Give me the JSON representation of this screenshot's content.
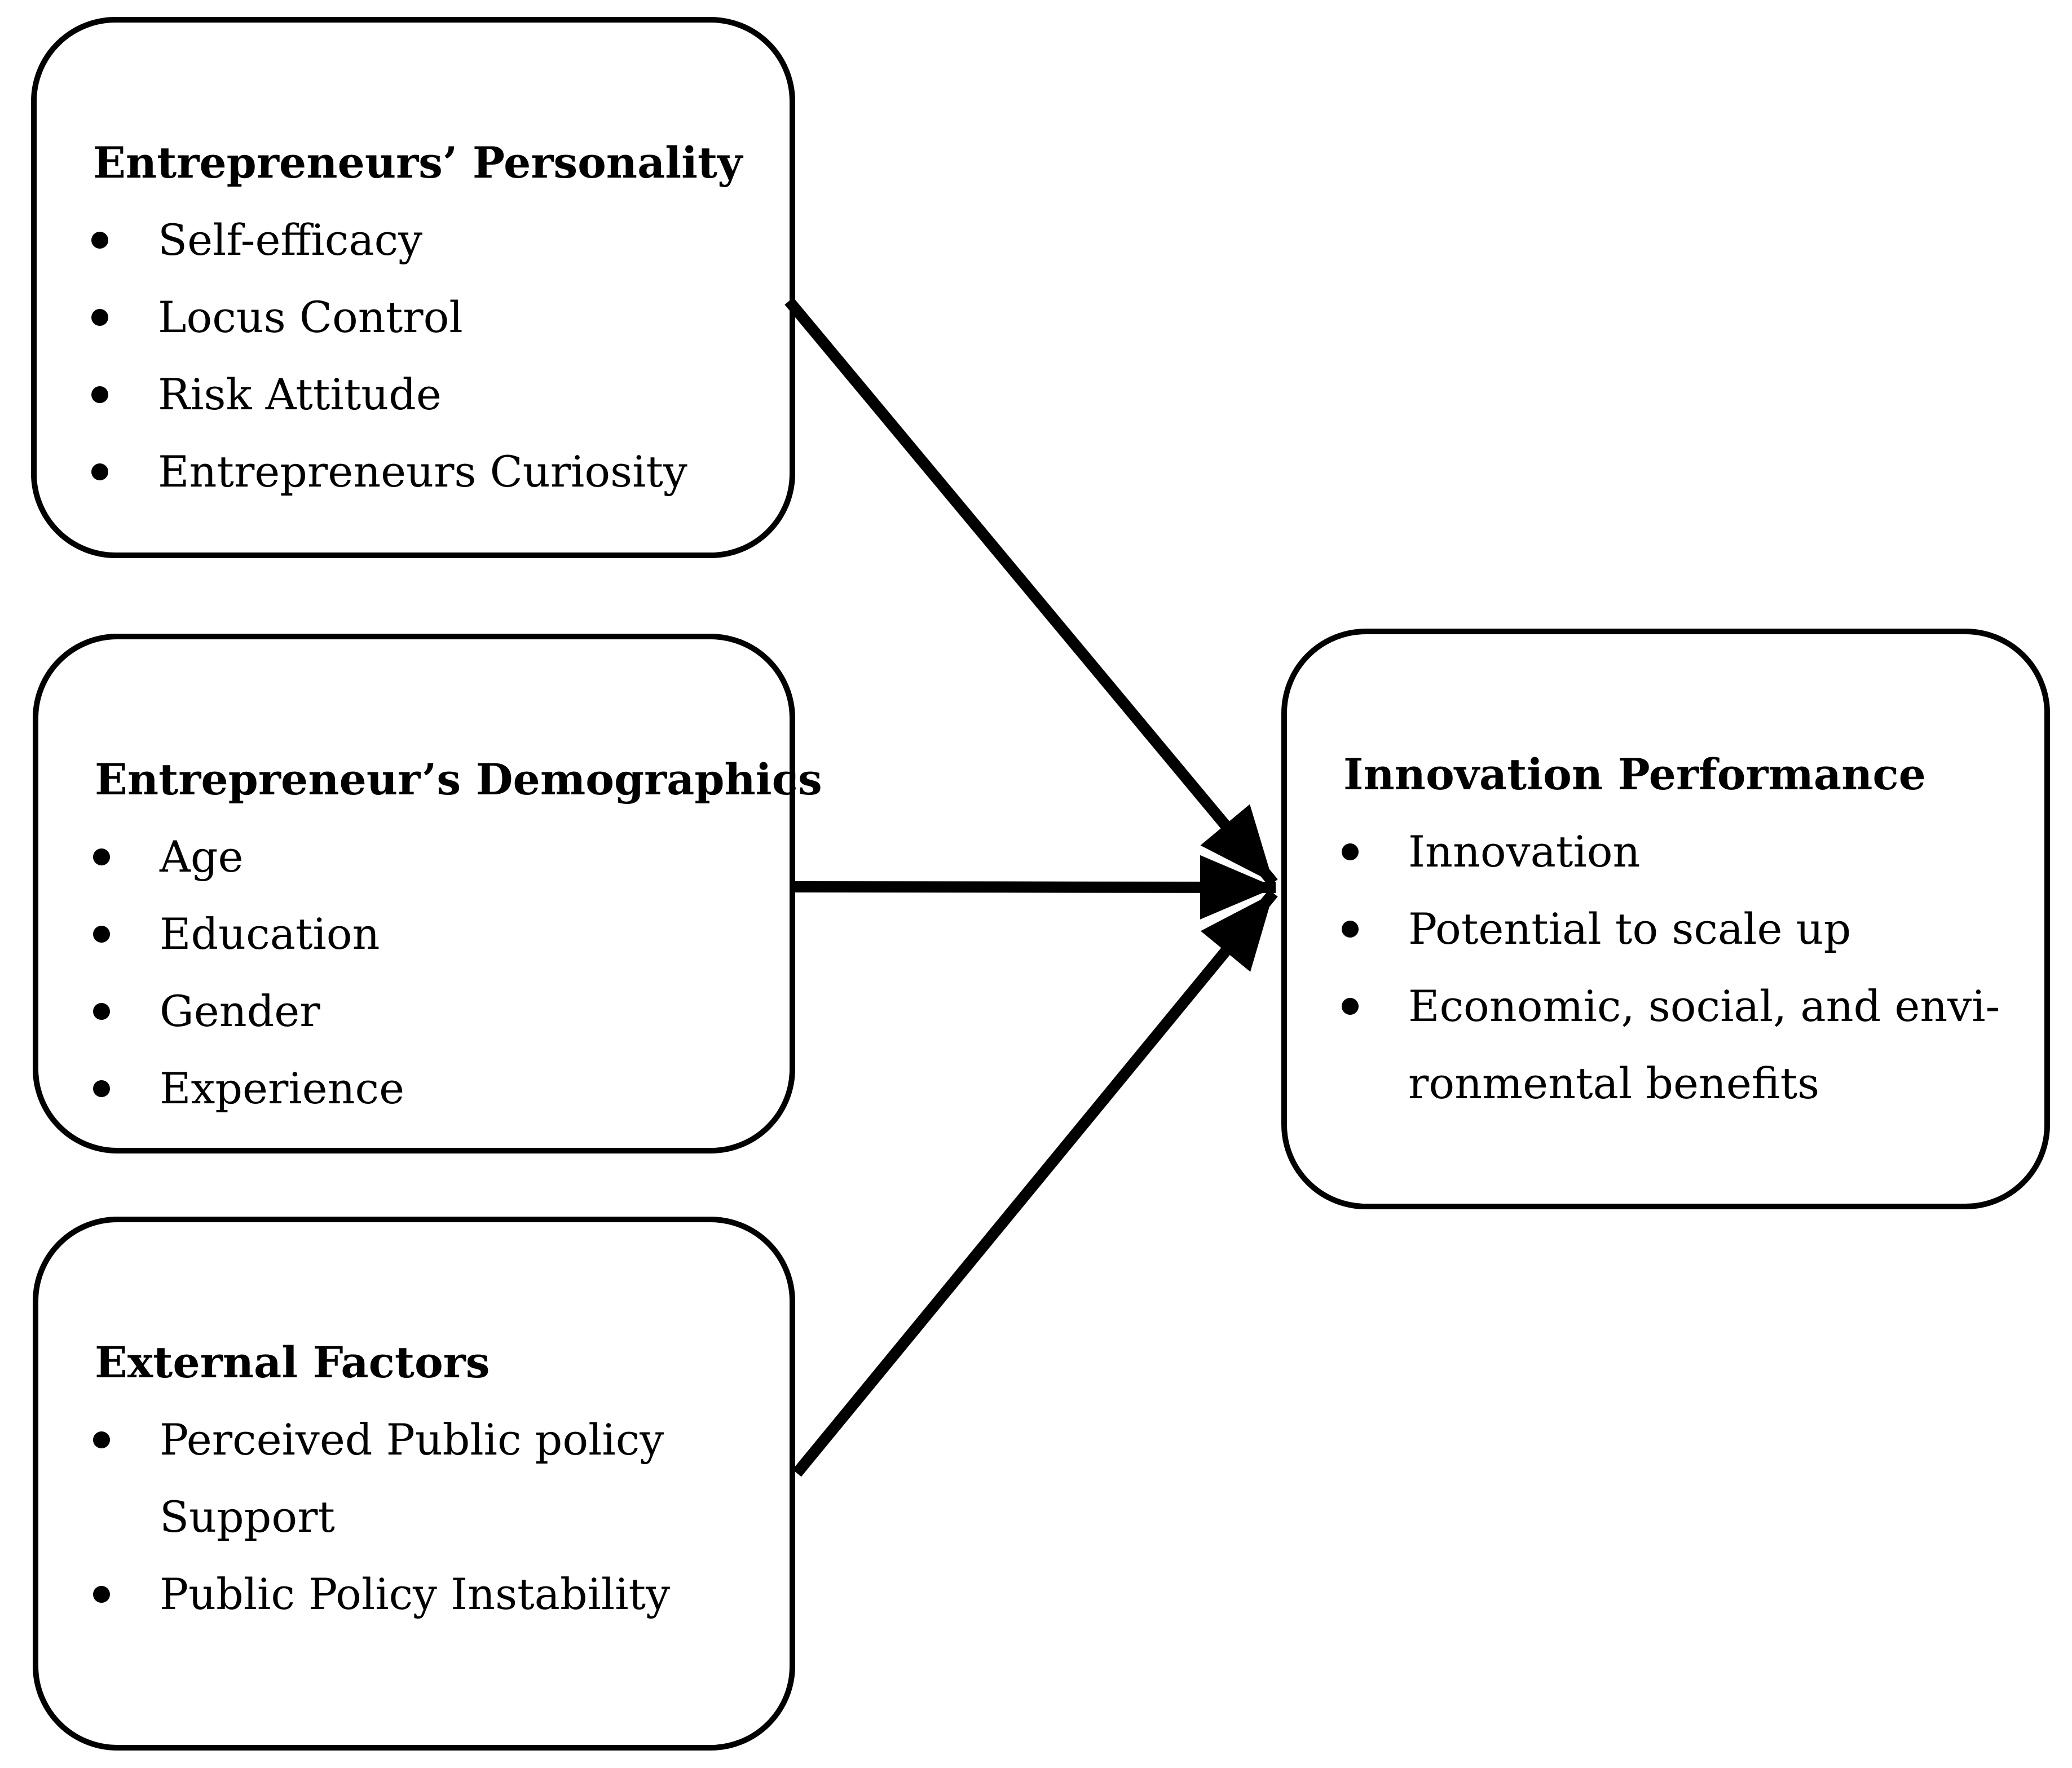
{
  "figure": {
    "background_color": "#ffffff",
    "stroke_color": "#000000"
  },
  "boxes": {
    "personality": {
      "title": "Entrepreneurs’ Personality",
      "items": [
        "Self-efficacy",
        "Locus Control",
        "Risk Attitude",
        "Entrepreneurs Curiosity"
      ]
    },
    "demographics": {
      "title": "Entrepreneur’s Demographics",
      "items": [
        "Age",
        "Education",
        "Gender",
        "Experience"
      ]
    },
    "external": {
      "title": "External Factors",
      "items": [
        [
          "Perceived Public policy",
          "Support"
        ],
        [
          "Public Policy Instability"
        ]
      ]
    },
    "performance": {
      "title": "Innovation Performance",
      "items": [
        [
          "Innovation"
        ],
        [
          "Potential to scale up"
        ],
        [
          "Economic, social, and envi-",
          "ronmental benefits"
        ]
      ]
    }
  },
  "arrows": [
    {
      "from": "personality",
      "to": "performance"
    },
    {
      "from": "demographics",
      "to": "performance"
    },
    {
      "from": "external",
      "to": "performance"
    }
  ]
}
